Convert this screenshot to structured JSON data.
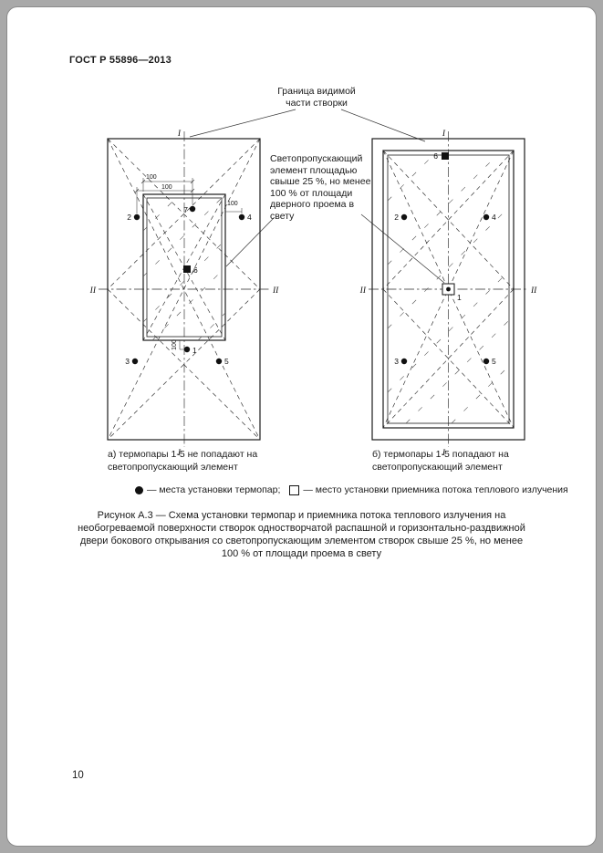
{
  "doc": {
    "header": "ГОСТ Р 55896—2013",
    "page_number": "10"
  },
  "labels": {
    "boundary": "Граница видимой части створки",
    "glazing_note": "Светопропускающий элемент площадью свыше 25 %, но менее 100 % от площади дверного проема в свету"
  },
  "diagram_a": {
    "caption": "а) термопары 1-5 не попадают на светопропускающий элемент",
    "axis": {
      "top": "I",
      "bottom": "I",
      "left": "II",
      "right": "II"
    },
    "points": {
      "p1": "1",
      "p2": "2",
      "p3": "3",
      "p4": "4",
      "p5": "5",
      "p6": "6",
      "p7": "7"
    },
    "dims": {
      "d1": "100",
      "d2": "100",
      "d3": "100",
      "d4": "100"
    }
  },
  "diagram_b": {
    "caption": "б) термопары 1-5 попадают на светопропускающий элемент",
    "axis": {
      "top": "I",
      "bottom": "I",
      "left": "II",
      "right": "II"
    },
    "points": {
      "p1": "1",
      "p2": "2",
      "p3": "3",
      "p4": "4",
      "p5": "5",
      "p6": "6"
    }
  },
  "legend": {
    "thermocouples": "— места установки термопар;",
    "receiver": "— место установки приемника потока теплового излучения"
  },
  "figure_caption": "Рисунок А.3 — Схема установки термопар и приемника потока теплового излучения на необогреваемой поверхности створок одностворчатой распашной и горизонтально-раздвижной двери бокового открывания со светопропускающим элементом створок свыше 25 %, но менее 100 % от площади проема в свету"
}
